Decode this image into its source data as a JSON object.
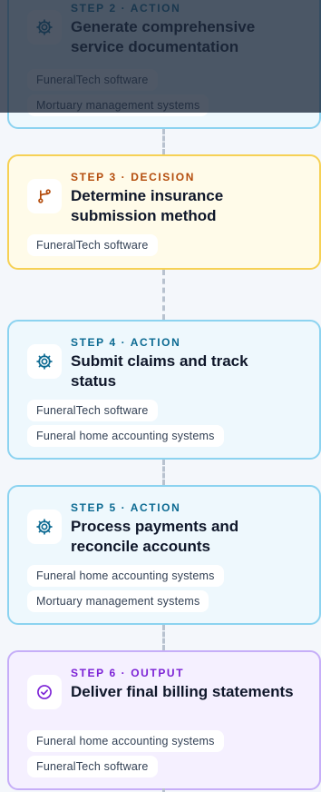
{
  "colors": {
    "action_border": "#8cd3f0",
    "decision_border": "#f6d155",
    "output_border": "#c6aef8",
    "action_accent": "#0c6a92",
    "decision_accent": "#b44c0c",
    "output_accent": "#7c22d6"
  },
  "steps": [
    {
      "step_label": "STEP 2 · ACTION",
      "kind": "action",
      "icon": "gear-icon",
      "title": "Generate comprehensive service documentation",
      "systems": [
        "FuneralTech software",
        "Mortuary management systems"
      ]
    },
    {
      "step_label": "STEP 3 · DECISION",
      "kind": "decision",
      "icon": "branch-icon",
      "title": "Determine insurance submission method",
      "systems": [
        "FuneralTech software"
      ]
    },
    {
      "step_label": "STEP 4 · ACTION",
      "kind": "action",
      "icon": "gear-icon",
      "title": "Submit claims and track status",
      "systems": [
        "FuneralTech software",
        "Funeral home accounting systems"
      ]
    },
    {
      "step_label": "STEP 5 · ACTION",
      "kind": "action",
      "icon": "gear-icon",
      "title": "Process payments and reconcile accounts",
      "systems": [
        "Funeral home accounting systems",
        "Mortuary management systems"
      ]
    },
    {
      "step_label": "STEP 6 · OUTPUT",
      "kind": "output",
      "icon": "check-circle-icon",
      "title": "Deliver final billing statements",
      "systems": [
        "Funeral home accounting systems",
        "FuneralTech software"
      ]
    }
  ]
}
